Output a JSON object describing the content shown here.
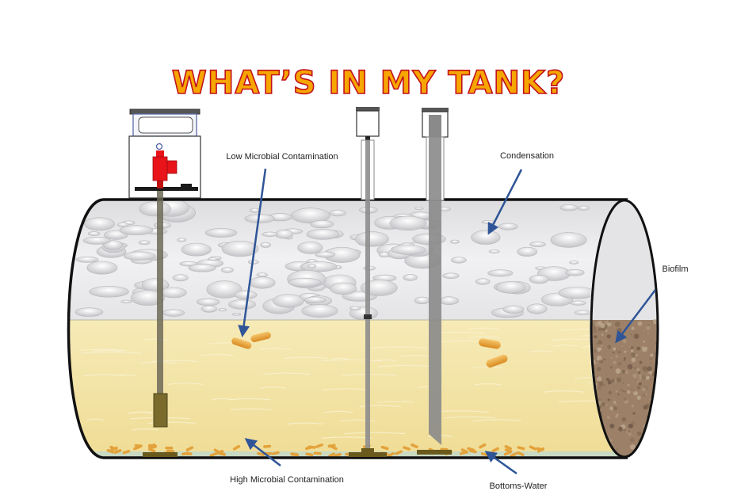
{
  "title": "WHAT’S IN MY TANK?",
  "labels": {
    "low_microbial": "Low Microbial Contamination",
    "condensation": "Condensation",
    "biofilm": "Biofilm",
    "high_microbial": "High Microbial Contamination",
    "bottoms_water": "Bottoms-Water"
  },
  "colors": {
    "title_fill": "#f7a600",
    "title_stroke": "#c1121f",
    "fuel": "#f3e4a6",
    "vapor": "#e8e8ea",
    "biofilm": "#9c8168",
    "microbe": "#e3a23b",
    "pump": "#e8141a",
    "arrow": "#2f5597",
    "sludge": "#6b5a1e"
  }
}
